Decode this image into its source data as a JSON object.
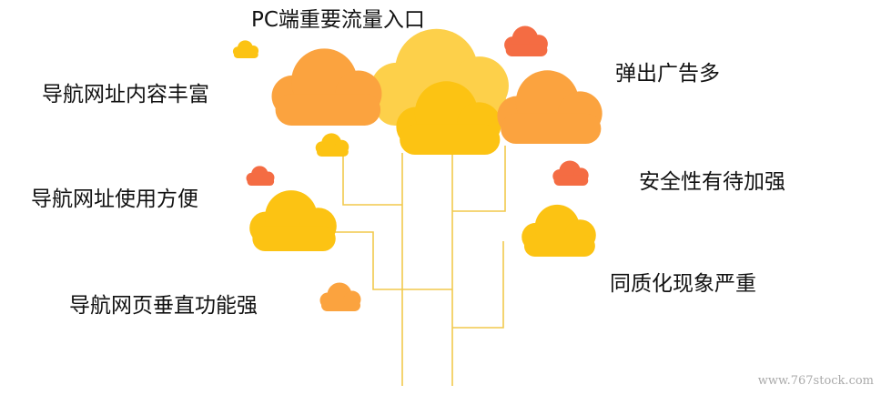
{
  "labels": {
    "top": "PC端重要流量入口",
    "left_1": "导航网址内容丰富",
    "left_2": "导航网址使用方便",
    "left_3": "导航网页垂直功能强",
    "right_1": "弹出广告多",
    "right_2": "安全性有待加强",
    "right_3": "同质化现象严重"
  },
  "watermark": "www.767stock.com",
  "colors": {
    "cloud_yellow": "#fcc313",
    "cloud_light_yellow": "#fdd04a",
    "cloud_orange": "#fba33f",
    "cloud_red": "#f46c43",
    "trunk_line": "#f2c94c",
    "text": "#111111"
  }
}
